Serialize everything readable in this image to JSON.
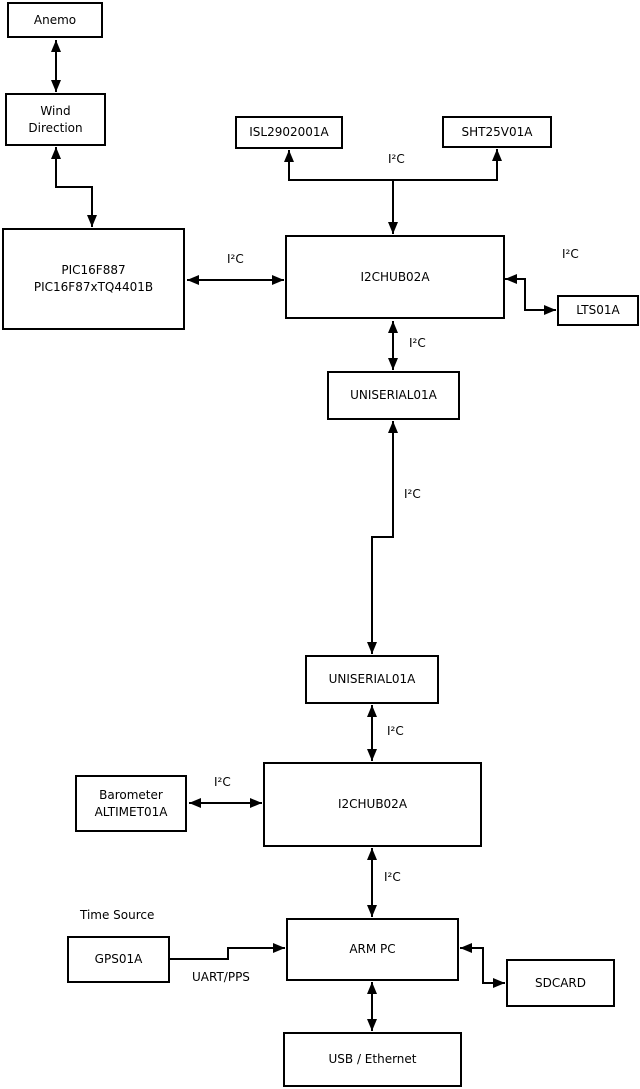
{
  "colors": {
    "background": "#ffffff",
    "line": "#000000",
    "box_fill": "#ffffff",
    "text": "#000000"
  },
  "nodes": {
    "anemo": "Anemo",
    "wind_direction": "Wind\nDirection",
    "pic": "PIC16F887\nPIC16F87xTQ4401B",
    "isl": "ISL2902001A",
    "sht": "SHT25V01A",
    "i2c_hub_top": "I2CHUB02A",
    "lts": "LTS01A",
    "uniserial_top": "UNISERIAL01A",
    "uniserial_bottom": "UNISERIAL01A",
    "i2c_hub_bottom": "I2CHUB02A",
    "barometer": "Barometer\nALTIMET01A",
    "gps": "GPS01A",
    "arm_pc": "ARM PC",
    "sdcard": "SDCARD",
    "usb_ethernet": "USB / Ethernet"
  },
  "labels": {
    "i2c": "I²C",
    "uart_pps": "UART/PPS",
    "time_source": "Time Source"
  },
  "edges": [
    {
      "from": "Anemo",
      "to": "Wind Direction",
      "bidirectional": true
    },
    {
      "from": "Wind Direction",
      "to": "PIC16F887 PIC16F87xTQ4401B",
      "bidirectional": true
    },
    {
      "from": "PIC16F887 PIC16F87xTQ4401B",
      "to": "I2CHUB02A (top)",
      "label": "I²C",
      "bidirectional": true
    },
    {
      "from": "I2CHUB02A (top)",
      "to": "ISL2902001A",
      "label": "I²C",
      "bidirectional": false
    },
    {
      "from": "I2CHUB02A (top)",
      "to": "SHT25V01A",
      "label": "I²C",
      "bidirectional": false
    },
    {
      "from": "I2CHUB02A (top)",
      "to": "LTS01A",
      "label": "I²C",
      "bidirectional": true
    },
    {
      "from": "I2CHUB02A (top)",
      "to": "UNISERIAL01A (upper)",
      "label": "I²C",
      "bidirectional": true
    },
    {
      "from": "UNISERIAL01A (upper)",
      "to": "UNISERIAL01A (lower)",
      "label": "I²C",
      "bidirectional": true
    },
    {
      "from": "UNISERIAL01A (lower)",
      "to": "I2CHUB02A (bottom)",
      "label": "I²C",
      "bidirectional": true
    },
    {
      "from": "Barometer ALTIMET01A",
      "to": "I2CHUB02A (bottom)",
      "label": "I²C",
      "bidirectional": true
    },
    {
      "from": "I2CHUB02A (bottom)",
      "to": "ARM PC",
      "label": "I²C",
      "bidirectional": true
    },
    {
      "from": "GPS01A",
      "to": "ARM PC",
      "label": "UART/PPS",
      "bidirectional": false
    },
    {
      "from": "ARM PC",
      "to": "SDCARD",
      "bidirectional": true
    },
    {
      "from": "ARM PC",
      "to": "USB / Ethernet",
      "bidirectional": true
    }
  ]
}
